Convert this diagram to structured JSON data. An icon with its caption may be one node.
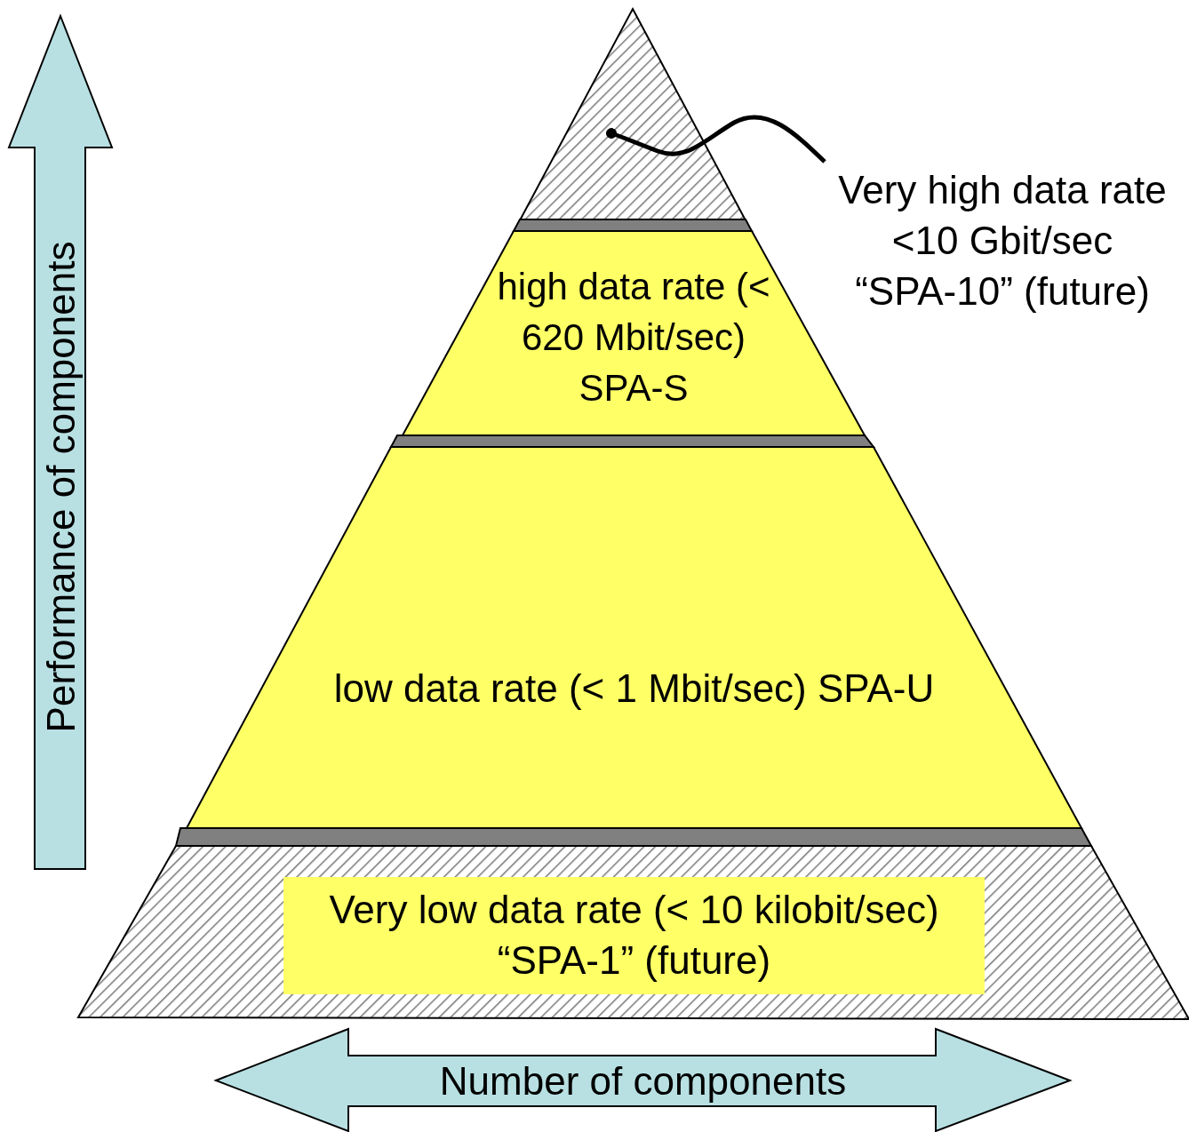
{
  "diagram": {
    "nodes": [
      {
        "text": [],
        "shape": "triangle"
      },
      {
        "text": [
          "Very high data rate <10 Gbit/sec “SPA-10” (future)"
        ]
      },
      {
        "text": [],
        "shape": "bar"
      },
      {
        "text": [
          "high data rate (< 620 Mbit/sec) SPA-S"
        ]
      },
      {
        "text": [],
        "shape": "bar"
      },
      {
        "text": [
          "low data rate (< 1 Mbit/sec) SPA-U"
        ]
      },
      {
        "text": [],
        "shape": "bar"
      },
      {
        "text": [],
        "shape": "trapezoid"
      },
      {
        "text": [
          "Very low data rate (< 10 kilobit/sec) “SPA-1” (future)"
        ],
        "in": 7
      },
      {
        "text": [
          "Performance of components"
        ]
      },
      {
        "text": [
          "Number of components"
        ]
      }
    ],
    "edges": [
      {
        "from": 1,
        "to": 0,
        "arrow": "other"
      }
    ]
  }
}
